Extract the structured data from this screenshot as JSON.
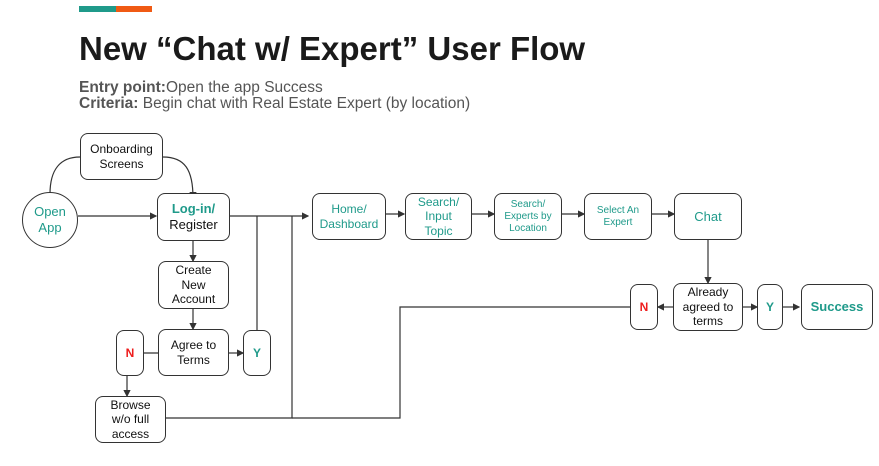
{
  "title": "New “Chat w/ Expert” User Flow",
  "entry": {
    "label": "Entry point:",
    "text": "Open the app Success"
  },
  "criteria": {
    "label": "Criteria:",
    "text": " Begin chat with Real Estate Expert (by location)"
  },
  "colors": {
    "teal": "#1f9a8a",
    "orange": "#f05a14",
    "red": "#ee1c1c"
  },
  "nodes": {
    "open_app": {
      "l1": "Open",
      "l2": "App"
    },
    "onboarding": {
      "l1": "Onboarding",
      "l2": "Screens"
    },
    "login": {
      "l1": "Log-in/",
      "l2": "Register"
    },
    "create_account": {
      "l1": "Create",
      "l2": "New",
      "l3": "Account"
    },
    "agree_terms": {
      "l1": "Agree to",
      "l2": "Terms"
    },
    "no_left": "N",
    "yes_left": "Y",
    "browse": {
      "l1": "Browse",
      "l2": "w/o full",
      "l3": "access"
    },
    "home": {
      "l1": "Home/",
      "l2": "Dashboard"
    },
    "search_topic": {
      "l1": "Search/",
      "l2": "Input",
      "l3": "Topic"
    },
    "search_location": {
      "l1": "Search/",
      "l2": "Experts by",
      "l3": "Location"
    },
    "select_expert": {
      "l1": "Select An",
      "l2": "Expert"
    },
    "chat": "Chat",
    "already_agreed": {
      "l1": "Already",
      "l2": "agreed to",
      "l3": "terms"
    },
    "no_right": "N",
    "yes_right": "Y",
    "success": "Success"
  }
}
